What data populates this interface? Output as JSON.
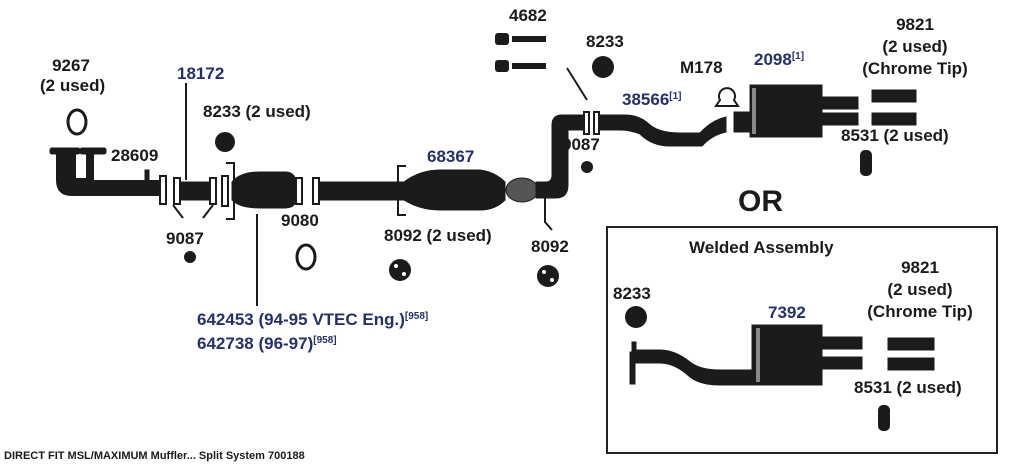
{
  "title_footer": "DIRECT FIT MSL/MAXIMUM Muffler... Split System 700188",
  "colors": {
    "part_black": "#1b1b1b",
    "link_blue": "#25306e"
  },
  "main_system": {
    "p9267": {
      "number": "9267",
      "qty": "(2 used)"
    },
    "p18172": {
      "number": "18172"
    },
    "p8233_a": {
      "number": "8233 (2 used)"
    },
    "p28609": {
      "number": "28609"
    },
    "p9087_a": {
      "number": "9087"
    },
    "p9080": {
      "number": "9080"
    },
    "p68367": {
      "number": "68367"
    },
    "p8092_a": {
      "number": "8092 (2 used)"
    },
    "p8092_b": {
      "number": "8092"
    },
    "converter_1": {
      "number": "642453 (94-95 VTEC Eng.)",
      "note": "[958]"
    },
    "converter_2": {
      "number": "642738 (96-97)",
      "note": "[958]"
    },
    "p4682": {
      "number": "4682"
    },
    "p8233_b": {
      "number": "8233"
    },
    "pM178": {
      "number": "M178"
    },
    "p2098": {
      "number": "2098",
      "note": "[1]"
    },
    "p38566": {
      "number": "38566",
      "note": "[1]"
    },
    "p9821": {
      "number": "9821",
      "qty": "(2 used)",
      "desc": "(Chrome Tip)"
    },
    "p9087_b": {
      "number": "9087"
    },
    "p8531": {
      "number": "8531 (2 used)"
    }
  },
  "or_label": "OR",
  "welded": {
    "title": "Welded Assembly",
    "p9821": {
      "number": "9821",
      "qty": "(2 used)",
      "desc": "(Chrome Tip)"
    },
    "p8233": {
      "number": "8233"
    },
    "p7392": {
      "number": "7392"
    },
    "p8531": {
      "number": "8531 (2 used)"
    }
  }
}
